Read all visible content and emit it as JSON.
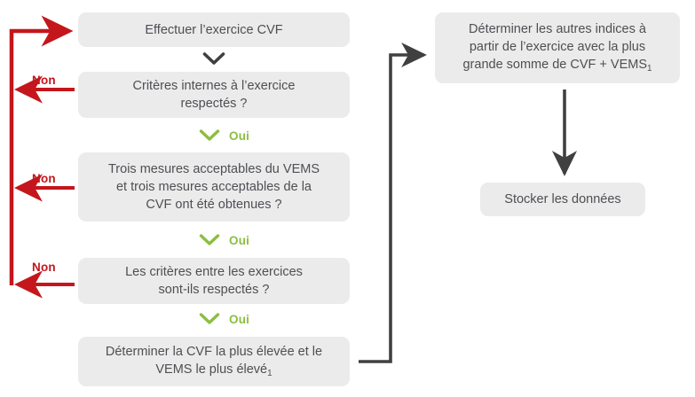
{
  "diagram": {
    "title": "Organigramme de l'exercice CVF",
    "colors": {
      "node_fill": "#ebebeb",
      "node_text": "#4d4f53",
      "yes_green": "#8cbe3f",
      "no_red": "#c4161c",
      "arrow_dark": "#404040",
      "background": "#ffffff"
    },
    "nodes": [
      {
        "id": "node-effectuer-exercice-cvf",
        "name": "effectuer-exercice-cvf",
        "text": "Effectuer l’exercice CVF"
      },
      {
        "id": "node-criteres-internes",
        "name": "criteres-internes-exercice",
        "text": "Critères internes à l’exercice\nrespectés ?"
      },
      {
        "id": "node-trois-mesures",
        "name": "trois-mesures-acceptables",
        "text": "Trois mesures acceptables du VEMS\net trois mesures acceptables de la\nCVF ont été obtenues ?"
      },
      {
        "id": "node-criteres-entre-exercices",
        "name": "criteres-entre-exercices",
        "text": "Les critères entre les exercices\nsont-ils respectés ?"
      },
      {
        "id": "node-determiner-cvf-vems",
        "name": "determiner-cvf-vems-plus-eleve",
        "text_parts": [
          "Déterminer la CVF la plus élevée et le\nVEMS le plus élevé",
          "1"
        ]
      },
      {
        "id": "node-determiner-autres-indices",
        "name": "determiner-autres-indices",
        "text_parts": [
          "Déterminer les autres indices à\npartir de l’exercice avec la plus\ngrande somme de CVF + VEMS",
          "1"
        ]
      },
      {
        "id": "node-stocker-donnees",
        "name": "stocker-les-donnees",
        "text": "Stocker les données"
      }
    ],
    "edge_labels": {
      "oui_1": "Oui",
      "oui_2": "Oui",
      "oui_3": "Oui",
      "non_1": "Non",
      "non_2": "Non",
      "non_3": "Non"
    }
  }
}
